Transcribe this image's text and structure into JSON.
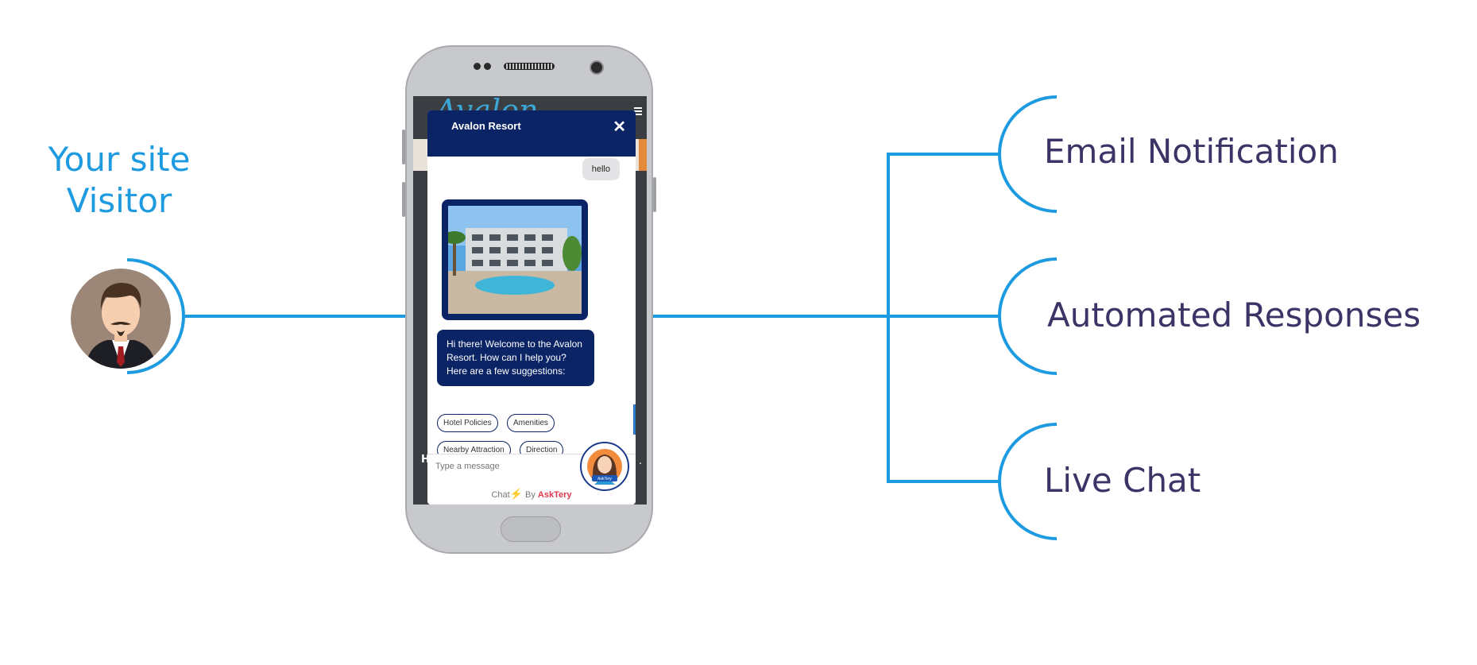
{
  "visitor": {
    "label_line1": "Your site",
    "label_line2": "Visitor",
    "icon": "person-avatar-icon"
  },
  "phone": {
    "site": {
      "logo_text": "Avalon",
      "bottom_left_text": "H",
      "bottom_right_text": "."
    },
    "chat": {
      "title": "Avalon Resort",
      "close_label": "✕",
      "user_message": "hello",
      "bot_message": "Hi there! Welcome to the Avalon Resort. How can I help you? Here are a few suggestions:",
      "suggestions": [
        "Hotel Policies",
        "Amenities",
        "Nearby Attraction",
        "Direction"
      ],
      "input_placeholder": "Type a message",
      "powered_prefix": "Chat",
      "powered_bolt": "⚡",
      "powered_by": "By",
      "powered_brand": "AskTery",
      "launcher_icon": "chatbot-avatar-icon",
      "launcher_text": "AskTery"
    }
  },
  "branches": [
    {
      "label": "Email Notification"
    },
    {
      "label": "Automated Responses"
    },
    {
      "label": "Live Chat"
    }
  ],
  "colors": {
    "connector": "#1e9be0",
    "visitor_label": "#1e9be0",
    "branch_label": "#3a3566",
    "chat_navy": "#0a2466"
  }
}
